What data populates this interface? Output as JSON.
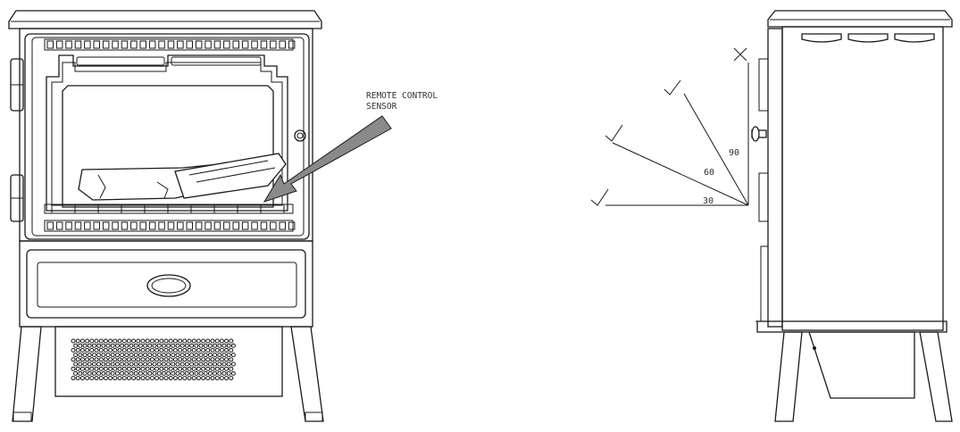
{
  "labels": {
    "remote_line1": "REMOTE CONTROL",
    "remote_line2": "SENSOR"
  },
  "angles": {
    "a90": "90",
    "a60": "60",
    "a30": "30"
  },
  "colors": {
    "line": "#1a1a1a",
    "arrow_fill": "#8a8a8a",
    "text": "#333333"
  }
}
